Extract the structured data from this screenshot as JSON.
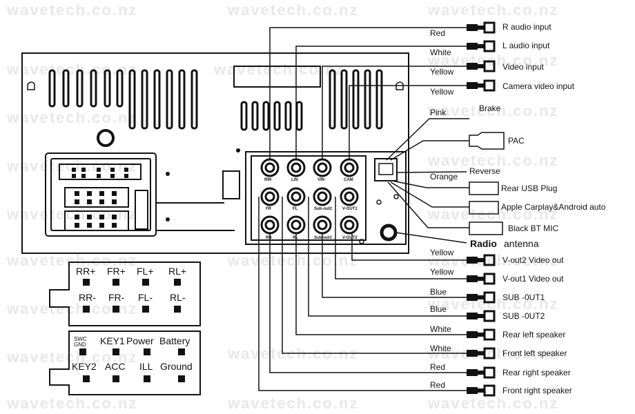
{
  "watermark": "wavetech.co.nz",
  "outputs": [
    {
      "wire": "Red",
      "label": "R audio input"
    },
    {
      "wire": "White",
      "label": "L audio input"
    },
    {
      "wire": "Yellow",
      "label": "Video  input"
    },
    {
      "wire": "Yellow",
      "label": "Camera video input"
    }
  ],
  "right_side": {
    "pink": "Pink",
    "brake": "Brake",
    "pac": "PAC",
    "reverse": "Reverse",
    "orange": "Orange",
    "rear_usb": "Rear USB Plug",
    "carplay": "Apple Carplay&Android auto",
    "bt_mic": "Black BT MIC",
    "radio_bold": "Radio",
    "radio_rest": "antenna"
  },
  "rca_labels": [
    [
      "RIN",
      "LIN",
      "VIN",
      "CAM"
    ],
    [
      "FR",
      "FL",
      "Sub-out2",
      "V-OUT1"
    ],
    [
      "RR",
      "RL",
      "Sub-out1",
      "V-OUT2"
    ]
  ],
  "bottom_outputs": [
    {
      "wire": "Yellow",
      "label": "V-out2  Video out"
    },
    {
      "wire": "Yellow",
      "label": "V-out1  Video  out"
    },
    {
      "wire": "Blue",
      "label": "SUB -0UT1"
    },
    {
      "wire": "Blue",
      "label": "SUB -0UT2"
    },
    {
      "wire": "White",
      "label": "Rear  left  speaker"
    },
    {
      "wire": "White",
      "label": "Front  left  speaker"
    },
    {
      "wire": "Red",
      "label": "Rear  right  speaker"
    },
    {
      "wire": "Red",
      "label": "Front right speaker"
    }
  ],
  "speaker_connector": {
    "top": [
      "RR+",
      "FR+",
      "FL+",
      "RL+"
    ],
    "bottom": [
      "RR-",
      "FR-",
      "FL-",
      "RL-"
    ]
  },
  "power_connector": {
    "swc_line1": "SWC",
    "swc_line2": "GND",
    "top": [
      "KEY1",
      "Power",
      "Battery"
    ],
    "bottom": [
      "KEY2",
      "ACC",
      "ILL",
      "Ground"
    ]
  }
}
